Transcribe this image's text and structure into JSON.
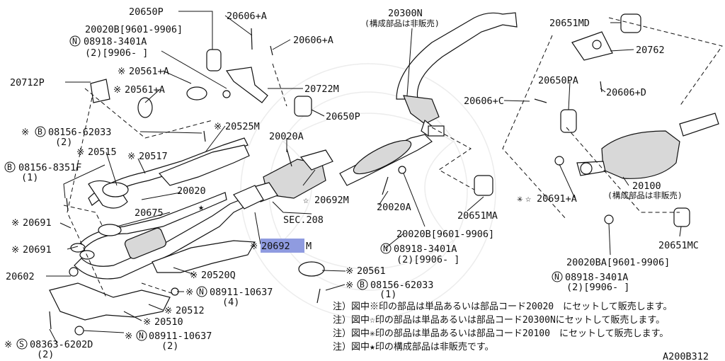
{
  "labels": {
    "l20650P_top": "20650P",
    "l20606A_1": "20606+A",
    "l20606A_2": "20606+A",
    "l20020B": "20020B[9601-9906]",
    "l08918_1": "08918-3401A",
    "l08918_1b": "(2)[9906-   ]",
    "l20712P": "20712P",
    "l20561A_1": "20561+A",
    "l20561A_2": "20561+A",
    "l20722M": "20722M",
    "l20650P_mid": "20650P",
    "l08156_62033_top": "08156-62033",
    "l08156_62033_top_q": "(2)",
    "l20525M": "20525M",
    "l20020A_top": "20020A",
    "l20515": "20515",
    "l20517": "20517",
    "l08156_8351F": "08156-8351F",
    "l08156_8351F_q": "(1)",
    "l20020": "20020",
    "l20675": "20675",
    "l20691_1": "20691",
    "l20691_2": "20691",
    "l20602": "20602",
    "l20520Q": "20520Q",
    "l08911_1": "08911-10637",
    "l08911_1q": "(4)",
    "l20512": "20512",
    "l20510": "20510",
    "l08911_2": "08911-10637",
    "l08911_2q": "(2)",
    "l08363": "08363-6202D",
    "l08363_q": "(2)",
    "l20300N": "20300N",
    "l20300N_sub": "(構成部品は非販売)",
    "l20692M_right": "20692M",
    "lSEC208": "SEC.208",
    "l20692M_hl": "20692",
    "l20692M_hl_suffix": "M",
    "l20020A_mid": "20020A",
    "l20651MA": "20651MA",
    "l20020B_mid": "20020B[9601-9906]",
    "l08918_mid": "08918-3401A",
    "l08918_mid_q": "(2)[9906-   ]",
    "l20561": "20561",
    "l08156_62033_bot": "08156-62033",
    "l08156_62033_bot_q": "(1)",
    "l20651MD": "20651MD",
    "l20762": "20762",
    "l20650PA": "20650PA",
    "l20606C": "20606+C",
    "l20606D": "20606+D",
    "l20100": "20100",
    "l20100_sub": "(構成部品は非販売)",
    "l20691A": "20691+A",
    "l20651MC": "20651MC",
    "l20020BA": "20020BA[9601-9906]",
    "l08918_right": "08918-3401A",
    "l08918_right_q": "(2)[9906-   ]"
  },
  "symbols": {
    "asterisk_mark": "※",
    "star_open": "☆",
    "star_filled": "★",
    "cross_mark": "✳",
    "circle_B": "B",
    "circle_N": "N",
    "circle_S": "S"
  },
  "notes": [
    "注）図中※印の部品は単品あるいは部品コード20020　にセットして販売します。",
    "注）図中☆印の部品は単品あるいは部品コード20300Nにセットして販売します。",
    "注）図中✳印の部品は単品あるいは部品コード20100　にセットして販売します。",
    "注）図中★印の構成部品は非販売です。"
  ],
  "diagram_code": "A200B312",
  "colors": {
    "highlight": "#8f9be0",
    "ink": "#111111"
  }
}
